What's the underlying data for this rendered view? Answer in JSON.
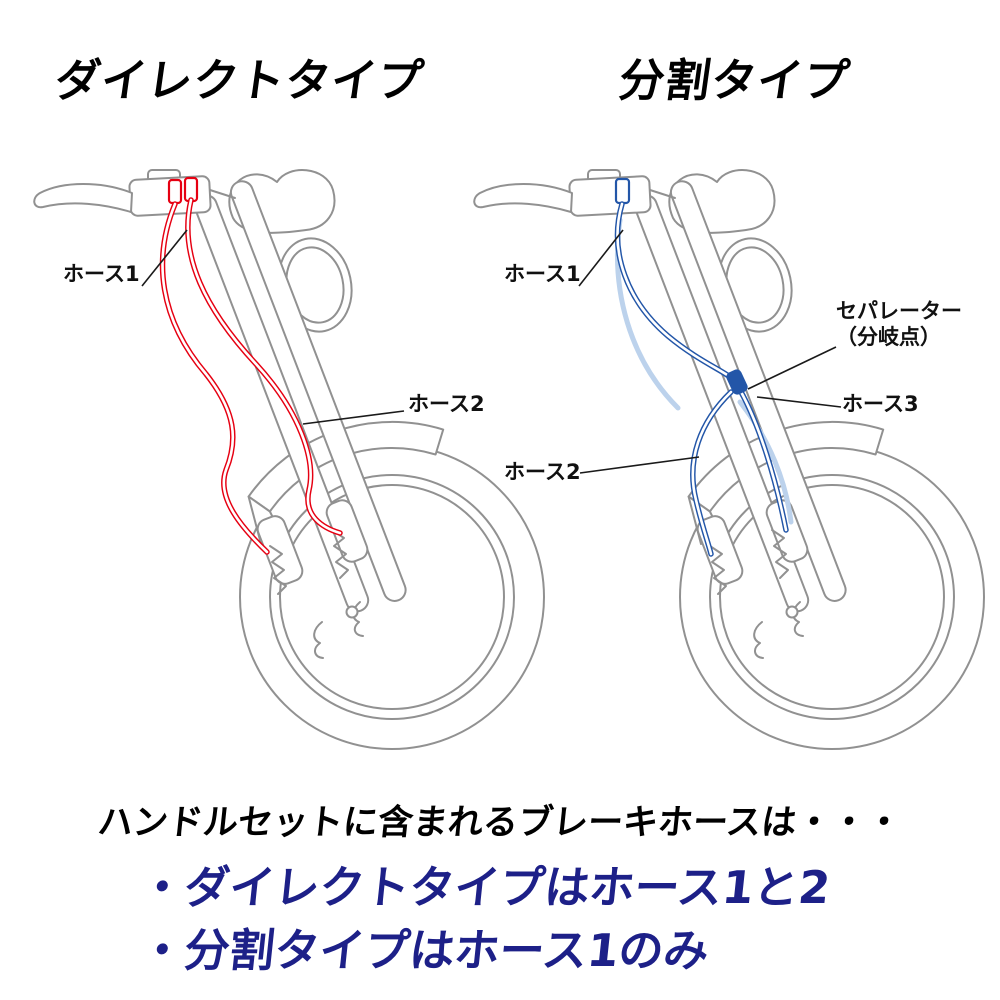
{
  "titles": {
    "direct": "ダイレクトタイプ",
    "split": "分割タイプ"
  },
  "labels": {
    "direct": {
      "hose1": "ホース1",
      "hose2": "ホース2"
    },
    "split": {
      "hose1": "ホース1",
      "separator_line1": "セパレーター",
      "separator_line2": "（分岐点）",
      "hose3": "ホース3",
      "hose2": "ホース2"
    }
  },
  "footer": {
    "intro": "ハンドルセットに含まれるブレーキホースは・・・",
    "bullet1": "・ダイレクトタイプはホース1と2",
    "bullet2": "・分割タイプはホース1のみ"
  },
  "colors": {
    "direct_hose": "#e60012",
    "split_hose": "#2356a8",
    "split_hose_pale": "#bcd2ec",
    "bullet_text": "#1d2088",
    "line_art": "#919191",
    "leader_line": "#1a1a1a",
    "background": "#ffffff"
  }
}
